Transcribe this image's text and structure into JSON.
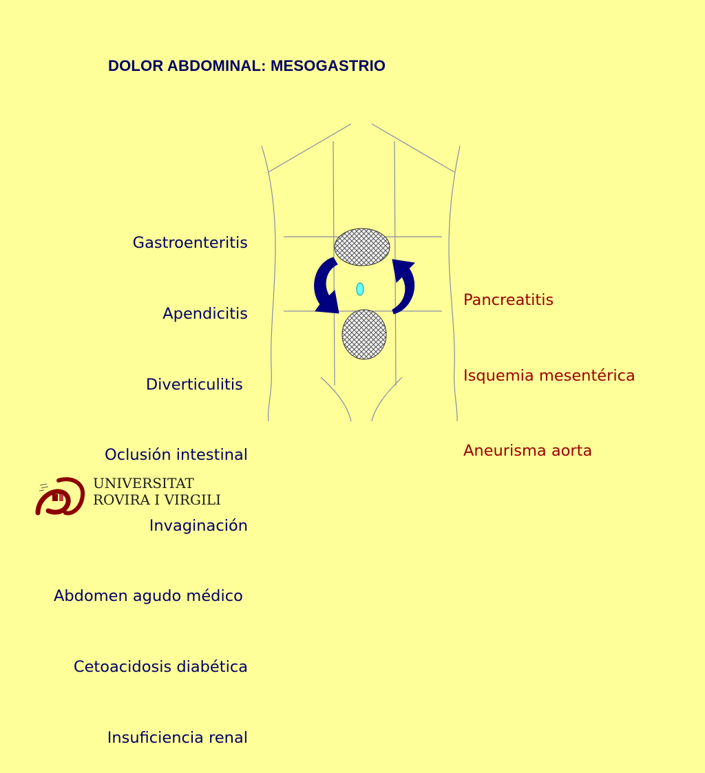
{
  "slide": {
    "title": "DOLOR ABDOMINAL: MESOGASTRIO"
  },
  "left_causes": [
    "Gastroenteritis",
    "Apendicitis",
    "Diverticulitis ",
    "Oclusión intestinal",
    "Invaginación",
    "Abdomen agudo médico ",
    "Cetoacidosis diabética",
    "Insuficiencia renal"
  ],
  "right_causes": [
    "Pancreatitis",
    "Isquemia mesentérica",
    "Aneurisma aorta"
  ],
  "colors": {
    "background": "#FFFF99",
    "title": "#000066",
    "left_text": "#000066",
    "right_text": "#990000",
    "arrows": "#000080",
    "umbilicus": "#66FFFF",
    "torso_lines": "#8A8AAA"
  },
  "footer": {
    "university_line1": "UNIVERSITAT",
    "university_line2": "ROVIRA I VIRGILI"
  }
}
